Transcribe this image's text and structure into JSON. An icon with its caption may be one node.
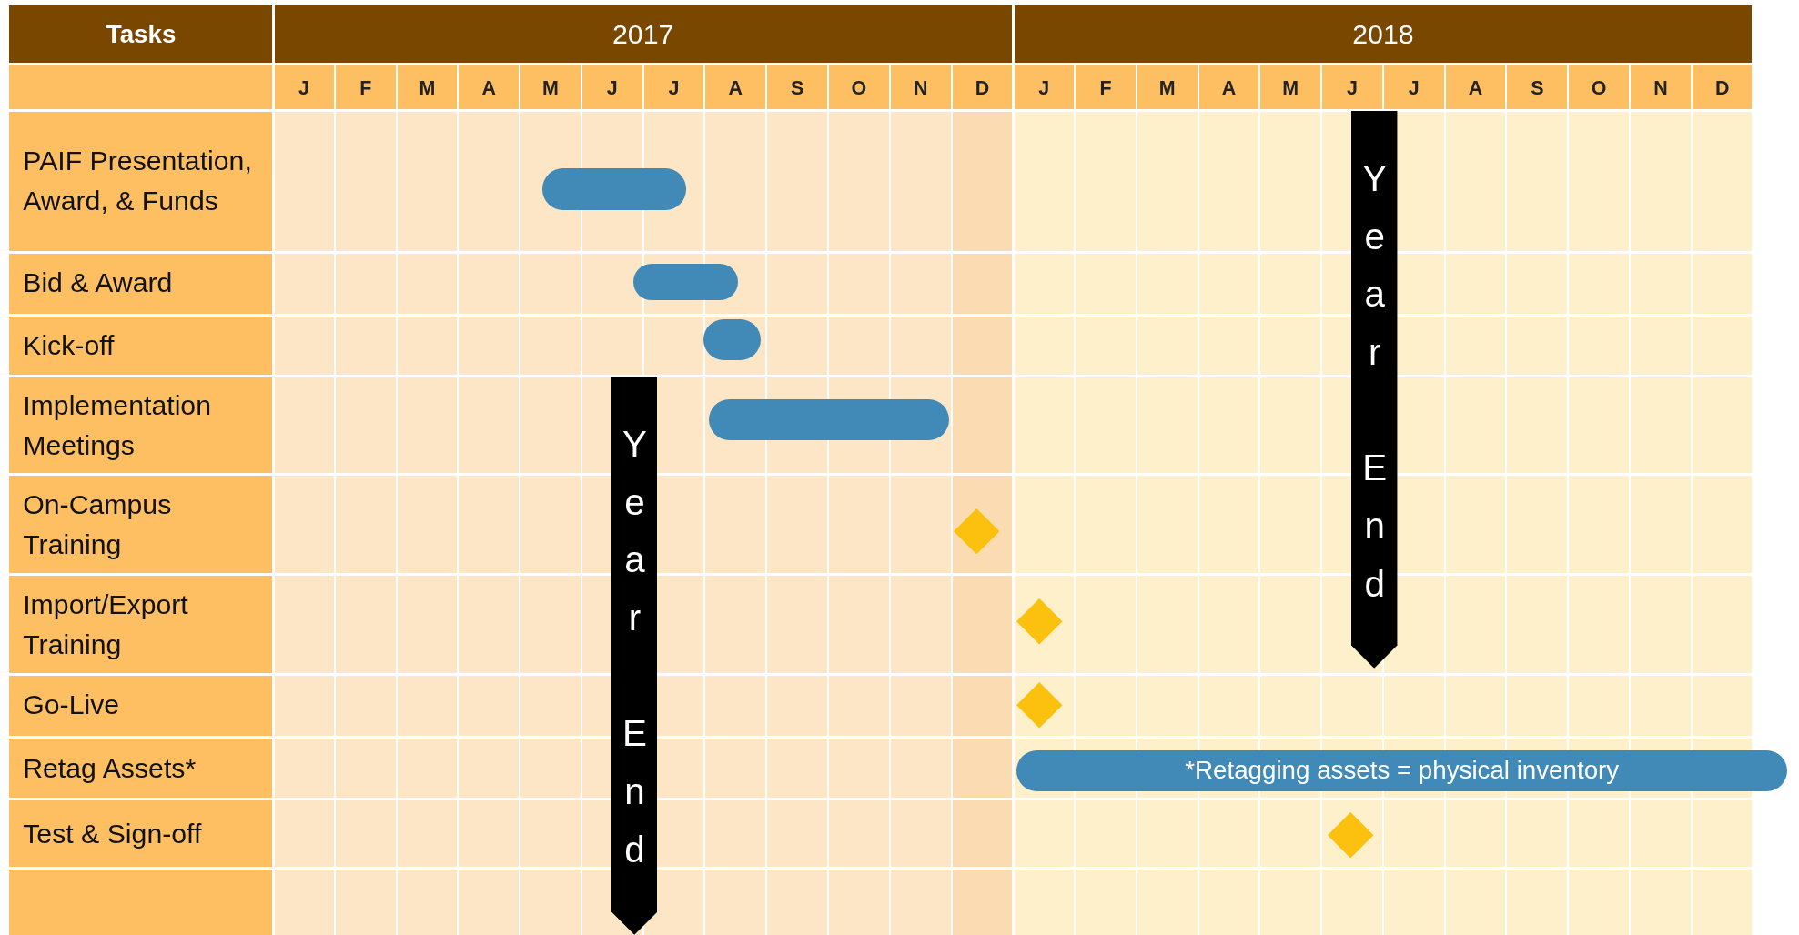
{
  "diagram": {
    "nodes": [
      {
        "text": [],
        "shape": "bar"
      },
      {
        "text": [
          "Year End"
        ]
      },
      {
        "text": [],
        "shape": "bar"
      },
      {
        "text": [],
        "shape": "bar"
      },
      {
        "text": [
          "Year End"
        ]
      },
      {
        "text": [],
        "shape": "bar"
      },
      {
        "text": [],
        "shape": "diamond"
      },
      {
        "text": [],
        "shape": "diamond"
      },
      {
        "text": [],
        "shape": "diamond"
      },
      {
        "text": [
          "*Retagging assets = physical inventory"
        ]
      },
      {
        "text": [],
        "shape": "diamond"
      }
    ],
    "edges": [],
    "labels": [
      "Tasks",
      "2017",
      "2018",
      "J",
      "F",
      "M",
      "A",
      "M",
      "J",
      "J",
      "A",
      "S",
      "O",
      "N",
      "D",
      "J",
      "F",
      "M",
      "A",
      "M",
      "J",
      "J",
      "A",
      "S",
      "O",
      "N",
      "D",
      "PAIF Presentation, Award, & Funds",
      "Bid & Award",
      "Kick-off",
      "Implementation Meetings",
      "On-Campus Training",
      "Import/Export Training",
      "Go-Live",
      "Retag Assets*",
      "Test & Sign-off"
    ]
  }
}
